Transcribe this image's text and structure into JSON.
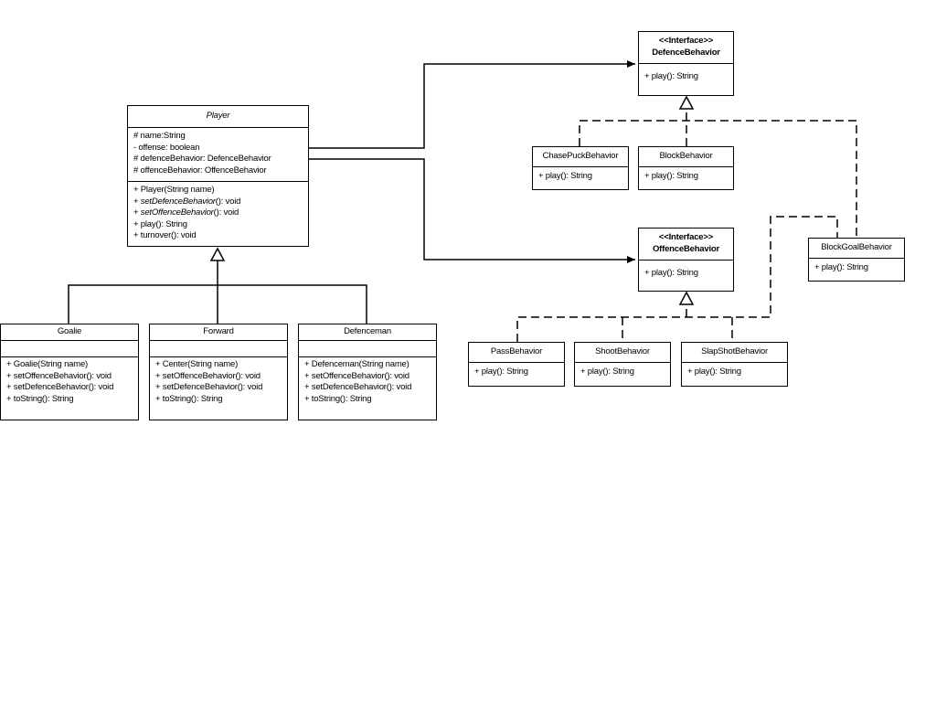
{
  "player": {
    "name": "Player",
    "attributes": [
      "# name:String",
      "- offense: boolean",
      "# defenceBehavior: DefenceBehavior",
      "# offenceBehavior: OffenceBehavior"
    ],
    "methods": [
      {
        "text": "+ Player(String name)",
        "italic": "",
        "rest": ""
      },
      {
        "text": "+ ",
        "italic": "setDefenceBehavior",
        "rest": "(): void"
      },
      {
        "text": "+ ",
        "italic": "setOffenceBehavior",
        "rest": "(): void"
      },
      {
        "text": "+ play(): String",
        "italic": "",
        "rest": ""
      },
      {
        "text": "+ turnover(): void",
        "italic": "",
        "rest": ""
      }
    ]
  },
  "goalie": {
    "name": "Goalie",
    "methods": [
      "+ Goalie(String name)",
      "+ setOffenceBehavior(): void",
      "+ setDefenceBehavior(): void",
      "+ toString(): String"
    ]
  },
  "forward": {
    "name": "Forward",
    "methods": [
      "+ Center(String name)",
      "+ setOffenceBehavior(): void",
      "+ setDefenceBehavior(): void",
      "+ toString(): String"
    ]
  },
  "defenceman": {
    "name": "Defenceman",
    "methods": [
      "+ Defenceman(String name)",
      "+ setOffenceBehavior(): void",
      "+ setDefenceBehavior(): void",
      "+ toString(): String"
    ]
  },
  "defence_interface": {
    "stereotype": "<<Interface>>",
    "name": "DefenceBehavior",
    "methods": [
      "+ play(): String"
    ]
  },
  "offence_interface": {
    "stereotype": "<<Interface>>",
    "name": "OffenceBehavior",
    "methods": [
      "+ play(): String"
    ]
  },
  "chase_puck": {
    "name": "ChasePuckBehavior",
    "methods": [
      "+ play(): String"
    ]
  },
  "block": {
    "name": "BlockBehavior",
    "methods": [
      "+ play(): String"
    ]
  },
  "block_goal": {
    "name": "BlockGoalBehavior",
    "methods": [
      "+ play(): String"
    ]
  },
  "pass": {
    "name": "PassBehavior",
    "methods": [
      "+ play(): String"
    ]
  },
  "shoot": {
    "name": "ShootBehavior",
    "methods": [
      "+ play(): String"
    ]
  },
  "slapshot": {
    "name": "SlapShotBehavior",
    "methods": [
      "+ play(): String"
    ]
  }
}
